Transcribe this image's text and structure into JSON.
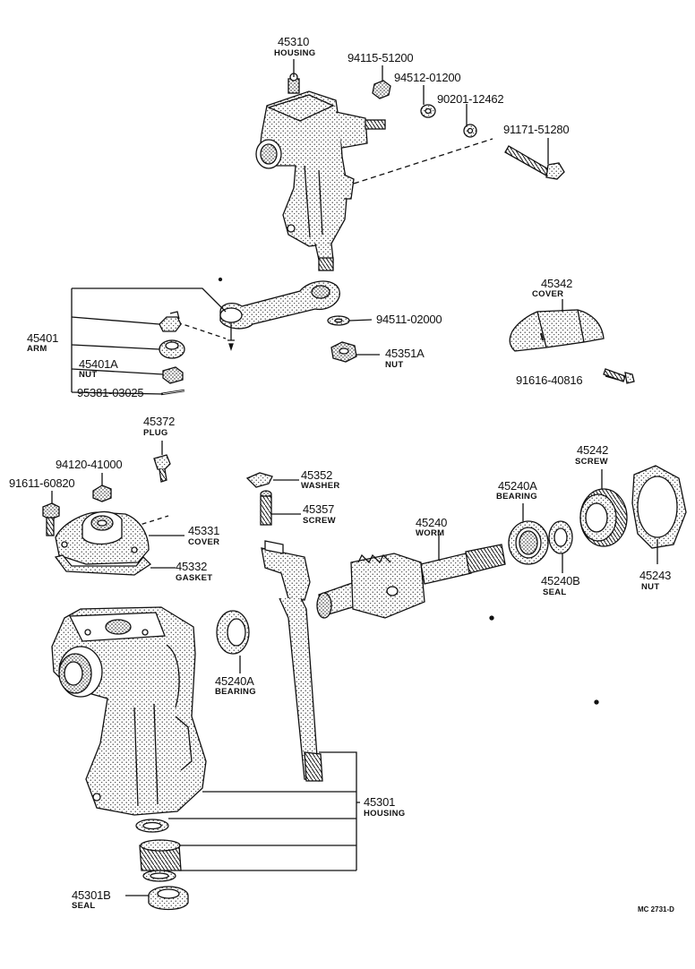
{
  "parts": {
    "p45310": {
      "number": "45310",
      "name": "HOUSING"
    },
    "p94115": {
      "number": "94115-51200"
    },
    "p94512": {
      "number": "94512-01200"
    },
    "p90201": {
      "number": "90201-12462"
    },
    "p91171": {
      "number": "91171-51280"
    },
    "p45342": {
      "number": "45342",
      "name": "COVER"
    },
    "p94511": {
      "number": "94511-02000"
    },
    "p45351A": {
      "number": "45351A",
      "name": "NUT"
    },
    "p91616": {
      "number": "91616-40816"
    },
    "p45401": {
      "number": "45401",
      "name": "ARM"
    },
    "p45401A": {
      "number": "45401A",
      "name": "NUT"
    },
    "p95381": {
      "number": "95381-03025"
    },
    "p45372": {
      "number": "45372",
      "name": "PLUG"
    },
    "p94120": {
      "number": "94120-41000"
    },
    "p91611": {
      "number": "91611-60820"
    },
    "p45331": {
      "number": "45331",
      "name": "COVER"
    },
    "p45332": {
      "number": "45332",
      "name": "GASKET"
    },
    "p45352": {
      "number": "45352",
      "name": "WASHER"
    },
    "p45357": {
      "number": "45357",
      "name": "SCREW"
    },
    "p45240A_top": {
      "number": "45240A",
      "name": "BEARING"
    },
    "p45242": {
      "number": "45242",
      "name": "SCREW"
    },
    "p45240": {
      "number": "45240",
      "name": "WORM"
    },
    "p45240B": {
      "number": "45240B",
      "name": "SEAL"
    },
    "p45243": {
      "number": "45243",
      "name": "NUT"
    },
    "p45240A_low": {
      "number": "45240A",
      "name": "BEARING"
    },
    "p45301": {
      "number": "45301",
      "name": "HOUSING"
    },
    "p45301B": {
      "number": "45301B",
      "name": "SEAL"
    }
  },
  "reference_code": "MC 2731-D",
  "colors": {
    "ink": "#111111",
    "paper": "#ffffff"
  }
}
